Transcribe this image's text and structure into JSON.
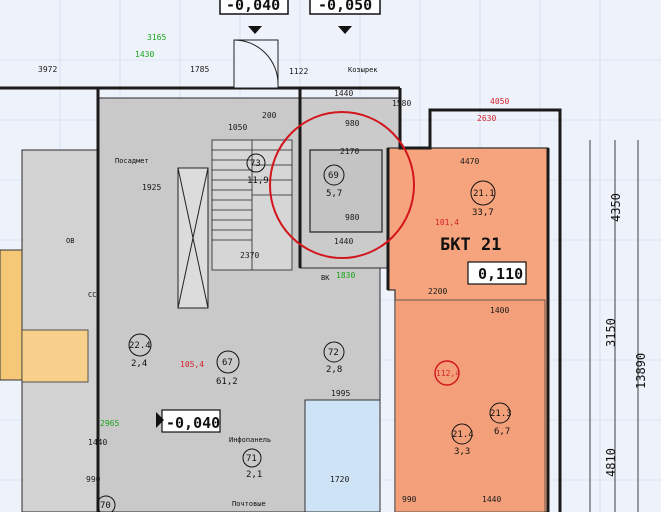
{
  "elevations": {
    "top_left": "-0,040",
    "top_right": "-0,050",
    "mid": "-0,040",
    "apartment": "0,110"
  },
  "apartment": {
    "title": "БКТ 21",
    "room_number": "21.1",
    "room_area": "33,7",
    "red_area": "101,4"
  },
  "rooms": [
    {
      "id": "69",
      "area": "5,7"
    },
    {
      "id": "67",
      "area": "61,2",
      "red": "105,4"
    },
    {
      "id": "72",
      "area": "2,8"
    },
    {
      "id": "22.4",
      "area": "2,4"
    },
    {
      "id": "21.3",
      "area": "6,7"
    },
    {
      "id": "21.4",
      "area": "3,3"
    },
    {
      "id": "71",
      "area": "2,1"
    },
    {
      "id": "73",
      "area": "11,9"
    },
    {
      "id": "70",
      "area": ""
    }
  ],
  "labels": {
    "kozyrek": "Козырек",
    "posadka": "Посадмет",
    "infopanel": "Инфопанель",
    "pochtovye": "Почтовые",
    "bk": "ВК",
    "ob": "ОВ",
    "ss": "СС",
    "red_circle": "112,4"
  },
  "dimensions_top": [
    "3165",
    "1430",
    "3972",
    "1785",
    "1122",
    "1440",
    "980",
    "1580",
    "4050",
    "2630",
    "4470"
  ],
  "dimensions_right": [
    "4350",
    "3150",
    "13890",
    "4810"
  ],
  "dimensions_mid": [
    "1925",
    "1050",
    "200",
    "2170",
    "980",
    "1440",
    "2370",
    "1830",
    "2200",
    "1400",
    "1995",
    "2965",
    "1440",
    "990",
    "1720",
    "990",
    "1440"
  ]
}
